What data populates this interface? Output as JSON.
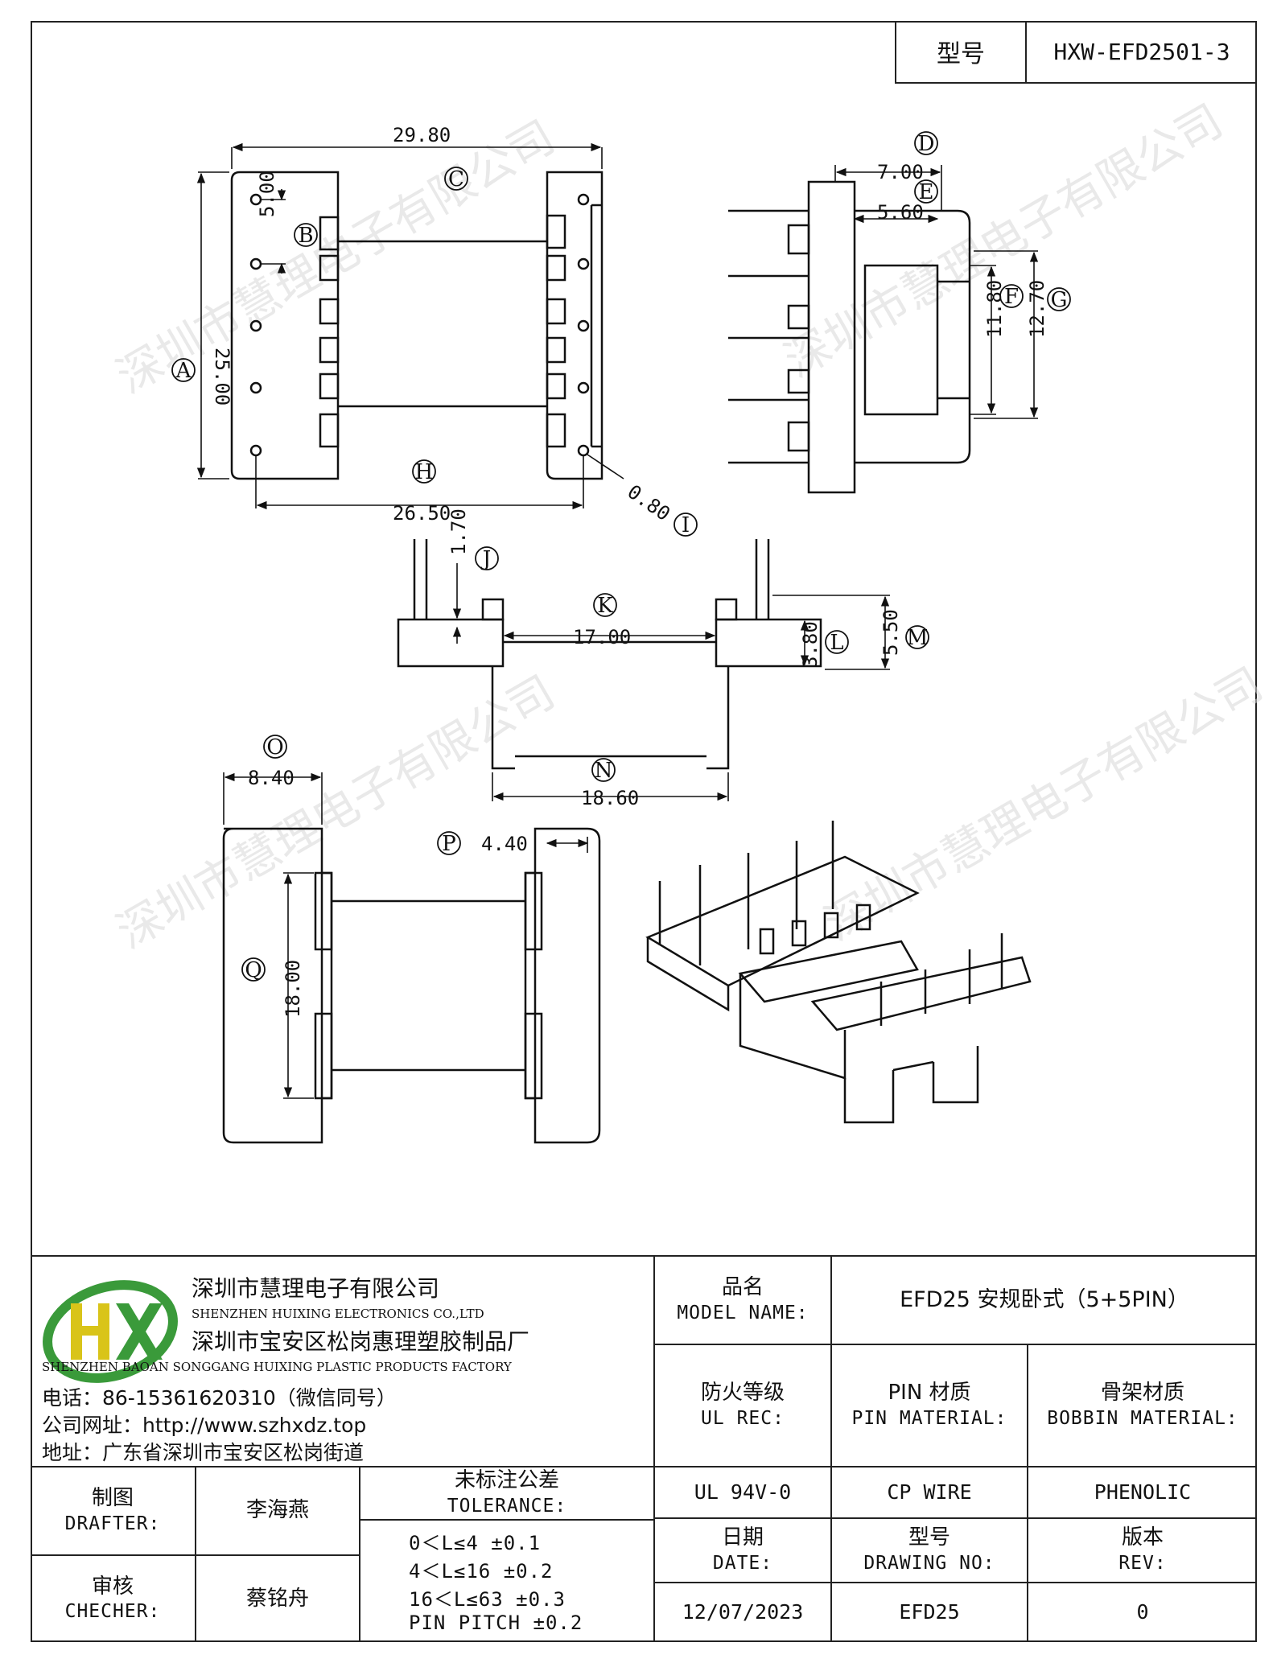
{
  "header": {
    "model_label": "型号",
    "model_value": "HXW-EFD2501-3"
  },
  "dimensions": {
    "A": "25.00",
    "B": "5.00",
    "C": "29.80",
    "D": "7.00",
    "E": "5.60",
    "F": "11.80",
    "G": "12.70",
    "H": "26.50",
    "I": "0.80",
    "J": "1.70",
    "K": "17.00",
    "L": "3.80",
    "M": "5.50",
    "N": "18.60",
    "O": "8.40",
    "P": "4.40",
    "Q": "18.00"
  },
  "labels": [
    "A",
    "B",
    "C",
    "D",
    "E",
    "F",
    "G",
    "H",
    "I",
    "J",
    "K",
    "L",
    "M",
    "N",
    "O",
    "P",
    "Q"
  ],
  "watermark": "深圳市慧理电子有限公司",
  "company": {
    "logo_text": "HX",
    "name_cn": "深圳市慧理电子有限公司",
    "name_en": "SHENZHEN HUIXING ELECTRONICS CO.,LTD",
    "factory_cn": "深圳市宝安区松岗惠理塑胶制品厂",
    "factory_en": "SHENZHEN BAOAN SONGGANG HUIXING PLASTIC PRODUCTS FACTORY",
    "phone": "电话：86-15361620310（微信同号）",
    "website": "公司网址：http://www.szhxdz.top",
    "address": "地址：广东省深圳市宝安区松岗街道"
  },
  "title_block": {
    "model_name_cn": "品名",
    "model_name_en": "MODEL NAME:",
    "model_name_value": "EFD25 安规卧式（5+5PIN）",
    "fire_cn": "防火等级",
    "fire_en": "UL REC:",
    "pin_cn": "PIN 材质",
    "pin_en": "PIN MATERIAL:",
    "bobbin_cn": "骨架材质",
    "bobbin_en": "BOBBIN MATERIAL:",
    "fire_value": "UL 94V-0",
    "pin_value": "CP WIRE",
    "bobbin_value": "PHENOLIC",
    "date_cn": "日期",
    "date_en": "DATE:",
    "drawing_cn": "型号",
    "drawing_en": "DRAWING NO:",
    "rev_cn": "版本",
    "rev_en": "REV:",
    "date_value": "12/07/2023",
    "drawing_value": "EFD25",
    "rev_value": "0",
    "drafter_cn": "制图",
    "drafter_en": "DRAFTER:",
    "drafter_value": "李海燕",
    "checker_cn": "审核",
    "checker_en": "CHECHER:",
    "checker_value": "蔡铭舟",
    "tol_cn": "未标注公差",
    "tol_en": "TOLERANCE:",
    "tol_rows": [
      "0＜L≤4  ±0.1",
      "4＜L≤16 ±0.2",
      "16＜L≤63 ±0.3",
      "PIN PITCH ±0.2"
    ]
  },
  "colors": {
    "logo_green": "#3a9a3a",
    "logo_yellow": "#d9c419",
    "line": "#222222"
  }
}
